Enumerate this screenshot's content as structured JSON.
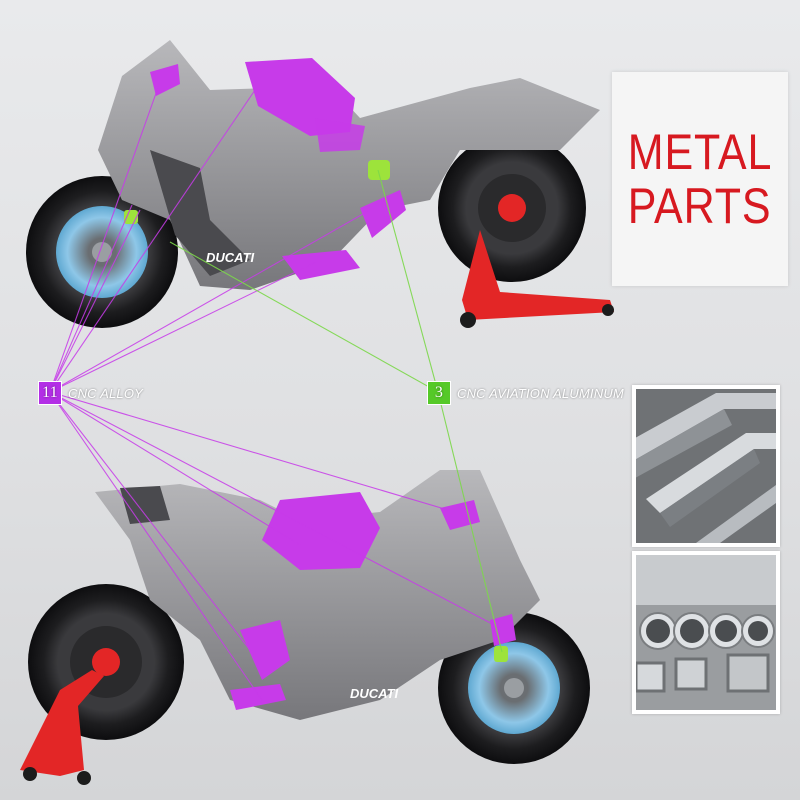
{
  "headline": {
    "line1": "METAL",
    "line2": "PARTS"
  },
  "callouts": [
    {
      "number": "11",
      "text": "CNC ALLOY",
      "color": "#b32ee6"
    },
    {
      "number": "3",
      "text": "CNC AVIATION ALUMINUM",
      "color": "#55c928"
    }
  ],
  "bike": {
    "brand_mark": "DUCATI",
    "accent_color": "#c73be9",
    "stand_color": "#e32626"
  },
  "colors": {
    "title_red": "#d71920",
    "callout_purple": "#b32ee6",
    "callout_green": "#55c928"
  }
}
